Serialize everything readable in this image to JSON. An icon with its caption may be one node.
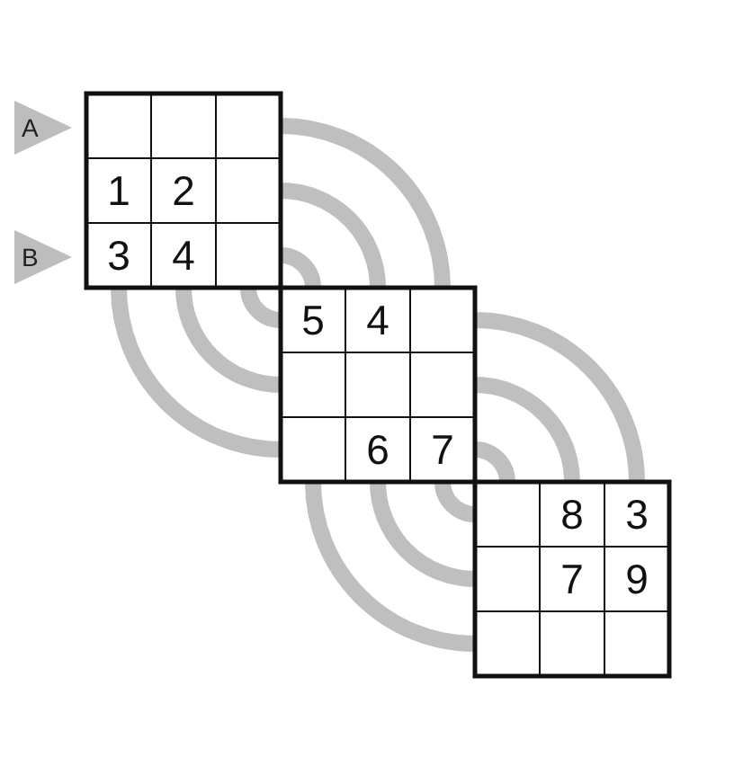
{
  "diagram": {
    "nodes": [
      {
        "text": [
          "A"
        ]
      },
      {
        "text": [
          "B"
        ]
      }
    ],
    "edges": [],
    "labels": [
      "1",
      "2",
      "3",
      "4",
      "5",
      "4",
      "6",
      "7",
      "8",
      "3",
      "7",
      "9"
    ]
  }
}
